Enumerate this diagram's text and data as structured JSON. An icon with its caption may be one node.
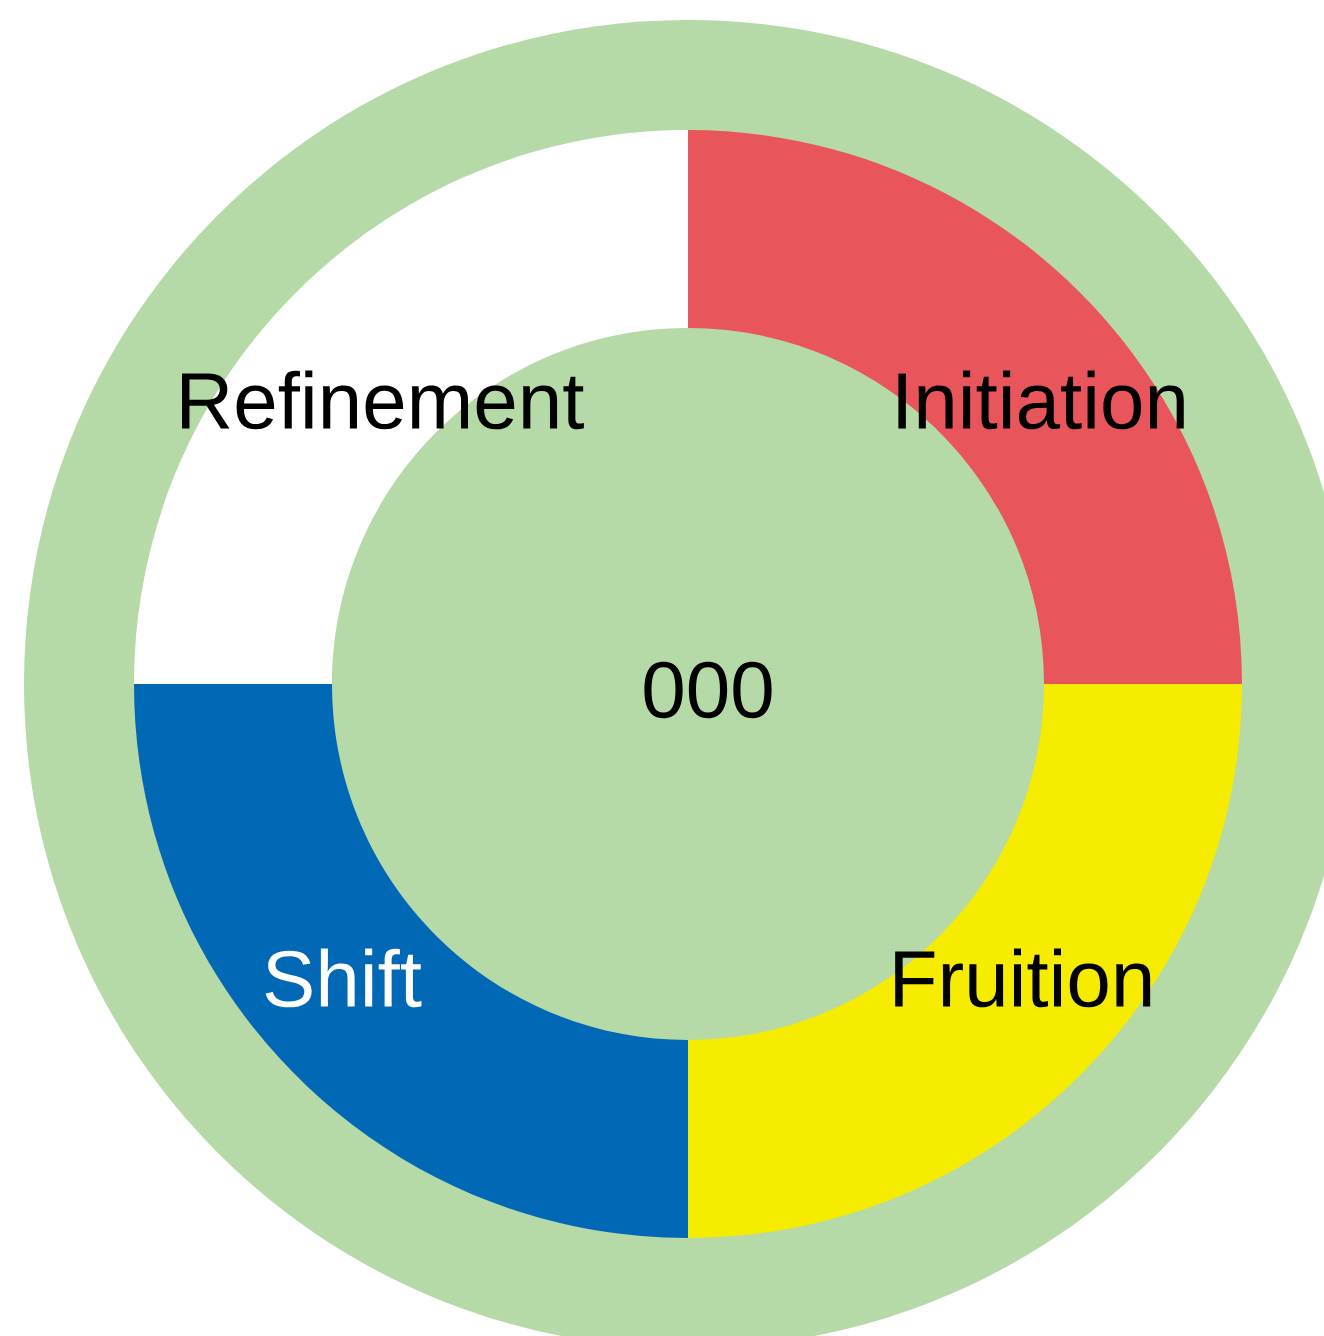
{
  "diagram": {
    "nodes": [
      {
        "text": [
          "Refinement"
        ]
      },
      {
        "text": [
          "Initiation"
        ]
      },
      {
        "text": [
          "000"
        ]
      },
      {
        "text": [
          "Shift"
        ]
      },
      {
        "text": [
          "Fruition"
        ]
      }
    ]
  }
}
